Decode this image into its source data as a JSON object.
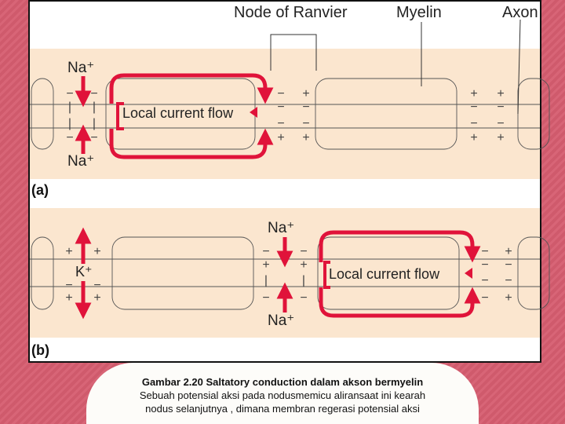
{
  "labels": {
    "node_of_ranvier": "Node of Ranvier",
    "myelin": "Myelin",
    "axon": "Axon",
    "panel_a": "(a)",
    "panel_b": "(b)",
    "local_current_flow_a": "Local current flow",
    "local_current_flow_b": "Local current flow",
    "na_plus_a_top": "Na⁺",
    "na_plus_a_bottom": "Na⁺",
    "na_plus_b_top": "Na⁺",
    "na_plus_b_bottom": "Na⁺",
    "k_plus_b": "K⁺"
  },
  "symbols": {
    "plus": "+",
    "minus": "−",
    "bar": "|"
  },
  "caption": {
    "title": "Gambar 2.20  Saltatory conduction dalam akson bermyelin",
    "line1": "Sebuah potensial aksi pada nodusmemicu aliransaat ini kearah",
    "line2": "nodus selanjutnya , dimana membran regerasi potensial aksi"
  },
  "colors": {
    "background": "#d65d70",
    "band": "#fbe6cf",
    "arrow": "#e0133a",
    "line": "#555555"
  }
}
